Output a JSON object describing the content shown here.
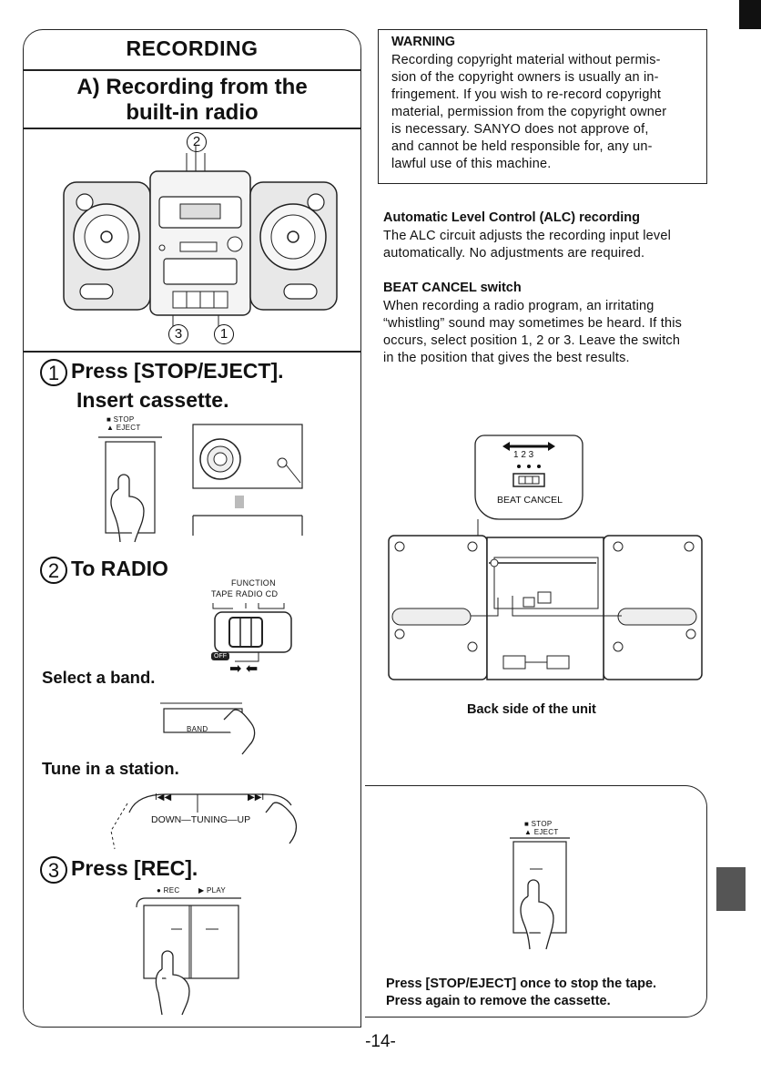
{
  "left": {
    "section_title": "RECORDING",
    "subsection_line1": "A) Recording from the",
    "subsection_line2": "built-in radio",
    "callout_top": "2",
    "callout_bottom_left": "3",
    "callout_bottom_right": "1",
    "step1": {
      "number": "1",
      "line1": "Press [STOP/EJECT].",
      "line2": "Insert cassette.",
      "key_label_1": "■ STOP",
      "key_label_2": "▲ EJECT"
    },
    "step2": {
      "number": "2",
      "title": "To RADIO",
      "function_label": "FUNCTION",
      "function_options": "TAPE  RADIO  CD",
      "off_label": "OFF",
      "select_band": "Select a band.",
      "band_label": "BAND",
      "tune_station": "Tune in a station.",
      "tuning_label": "DOWN—TUNING—UP",
      "tuning_left_symbol": "I◀◀",
      "tuning_right_symbol": "▶▶I"
    },
    "step3": {
      "number": "3",
      "title": "Press [REC].",
      "rec_label": "● REC",
      "play_label": "▶ PLAY"
    }
  },
  "right": {
    "warning_title": "WARNING",
    "warning_lines": [
      "Recording copyright material without permis-",
      "sion of the copyright owners is usually an in-",
      "fringement. If you wish to re-record copyright",
      "material, permission from the copyright owner",
      "is necessary. SANYO does not approve of,",
      "and cannot be held responsible  for, any un-",
      "lawful use of this machine."
    ],
    "alc_title": "Automatic Level Control (ALC) recording",
    "alc_lines": [
      "The ALC circuit adjusts the recording input level",
      "automatically. No adjustments are required."
    ],
    "beat_title": "BEAT CANCEL switch",
    "beat_lines": [
      "When  recording  a  radio  program,  an  irritating",
      "“whistling” sound may sometimes be heard. If this",
      "occurs, select position 1, 2 or 3. Leave the switch",
      "in the position that gives the best results."
    ],
    "beat_numbers": "1 2 3",
    "beat_label": "BEAT CANCEL",
    "back_caption": "Back side of the unit",
    "stop_label_1": "■ STOP",
    "stop_label_2": "▲ EJECT",
    "stop_line1": "Press [STOP/EJECT] once to stop the tape.",
    "stop_line2": "Press again to remove the cassette."
  },
  "page_number": "-14-"
}
